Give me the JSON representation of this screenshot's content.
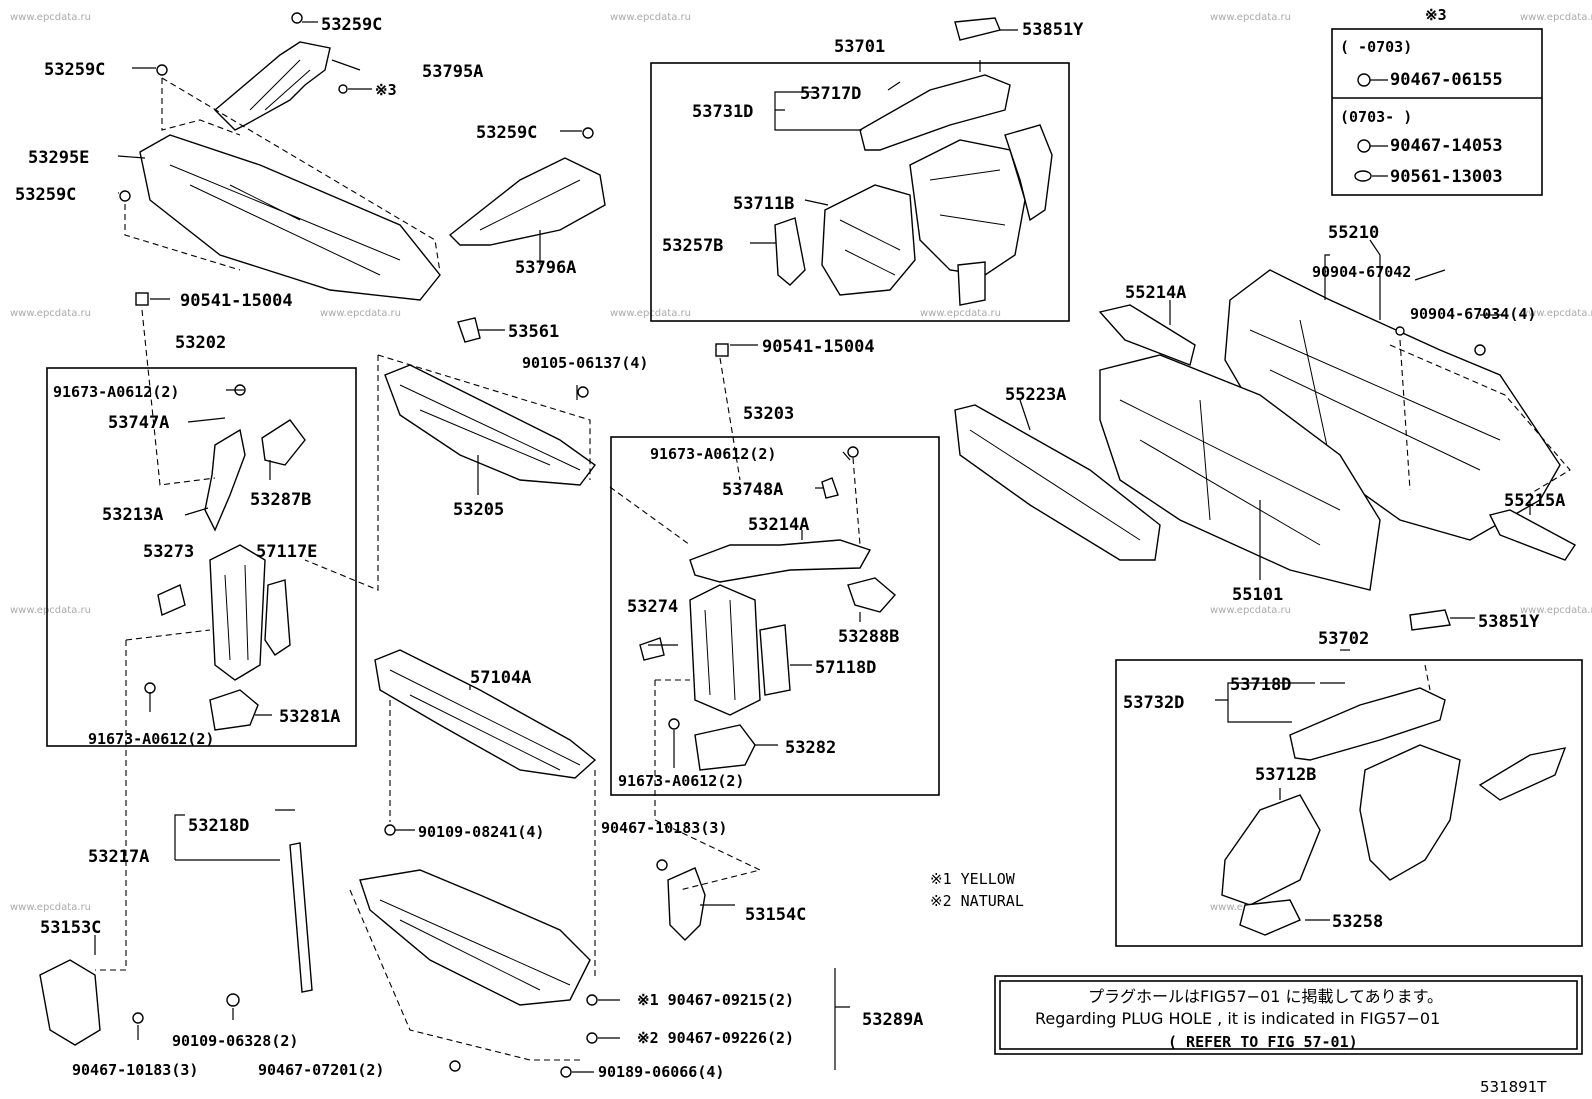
{
  "parts": {
    "p53259C_top": "53259C",
    "p53259C_left1": "53259C",
    "p53259C_left2": "53259C",
    "p53259C_mid": "53259C",
    "p53795A": "53795A",
    "p53795A_note": "※3",
    "p53295E": "53295E",
    "p53796A": "53796A",
    "p90541_15004_a": "90541-15004",
    "p90541_15004_b": "90541-15004",
    "p53202": "53202",
    "p91673_A0612_a": "91673-A0612(2)",
    "p91673_A0612_b": "91673-A0612(2)",
    "p91673_A0612_c": "91673-A0612(2)",
    "p91673_A0612_d": "91673-A0612(2)",
    "p53747A": "53747A",
    "p53213A": "53213A",
    "p53287B": "53287B",
    "p53273": "53273",
    "p57117E": "57117E",
    "p53281A": "53281A",
    "p53561": "53561",
    "p90105_06137": "90105-06137(4)",
    "p53205": "53205",
    "p53203": "53203",
    "p53748A": "53748A",
    "p53214A": "53214A",
    "p53274": "53274",
    "p53288B": "53288B",
    "p57118D": "57118D",
    "p53282": "53282",
    "p57104A": "57104A",
    "p90109_08241": "90109-08241(4)",
    "p90467_10183_a": "90467-10183(3)",
    "p90467_10183_b": "90467-10183(3)",
    "p53154C": "53154C",
    "p53218D": "53218D",
    "p53217A": "53217A",
    "p53153C": "53153C",
    "p90109_06328": "90109-06328(2)",
    "p90467_07201": "90467-07201(2)",
    "p90467_09215": "※1 90467-09215(2)",
    "p90467_09226": "※2 90467-09226(2)",
    "p90189_06066": "90189-06066(4)",
    "p53289A": "53289A",
    "p53701": "53701",
    "p53851Y_a": "53851Y",
    "p53851Y_b": "53851Y",
    "p53717D": "53717D",
    "p53731D": "53731D",
    "p53711B": "53711B",
    "p53257B": "53257B",
    "p55210": "55210",
    "p90904_67042": "90904-67042",
    "p90904_67034": "90904-67034(4)",
    "p55214A": "55214A",
    "p55223A": "55223A",
    "p55215A": "55215A",
    "p55101": "55101",
    "p53702": "53702",
    "p53718D": "53718D",
    "p53732D": "53732D",
    "p53712B": "53712B",
    "p53258": "53258"
  },
  "legend_box": {
    "title": "※3",
    "range1": "(     -0703)",
    "range1_part": "90467-06155",
    "range2": "(0703-     )",
    "range2_part1": "90467-14053",
    "range2_part2": "90561-13003"
  },
  "color_notes": {
    "note1": "※1 YELLOW",
    "note2": "※2 NATURAL"
  },
  "info_box": {
    "line_jp": "プラグホールはFIG57−01 に掲載してあります。",
    "line_en": "Regarding PLUG HOLE , it is indicated in FIG57−01",
    "line_ref": "(   REFER TO FIG 57-01)"
  },
  "figure_code": "531891T",
  "watermark": "www.epcdata.ru"
}
